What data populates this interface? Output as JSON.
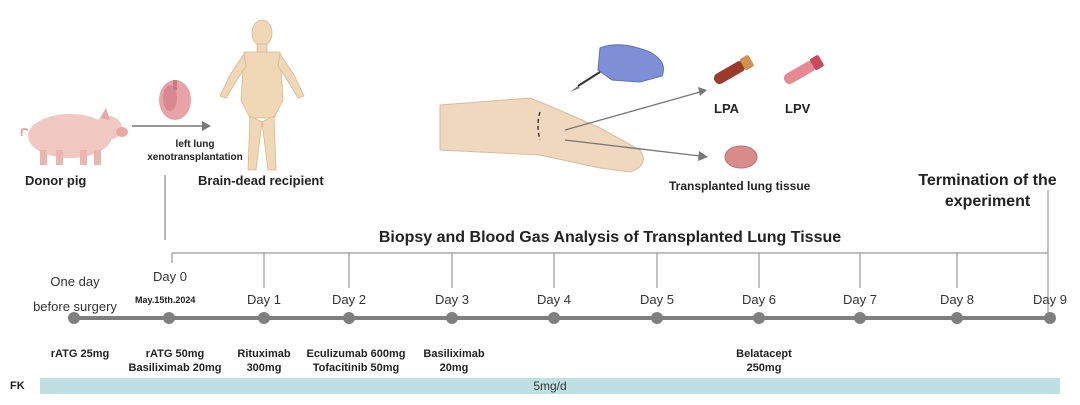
{
  "donor": {
    "label": "Donor pig"
  },
  "procedure": {
    "line1": "left lung",
    "line2": "xenotransplantation"
  },
  "recipient": {
    "label": "Brain-dead recipient"
  },
  "samples": {
    "lpa": "LPA",
    "lpv": "LPV",
    "tissue": "Transplanted lung tissue"
  },
  "termination": {
    "line1": "Termination of the",
    "line2": "experiment"
  },
  "bracket_title": "Biopsy and Blood Gas Analysis of Transplanted Lung Tissue",
  "pre_op": {
    "line1": "One day",
    "line2": "before surgery"
  },
  "day0": {
    "label": "Day 0",
    "date": "May.15th.2024"
  },
  "days": [
    "Day 1",
    "Day 2",
    "Day 3",
    "Day 4",
    "Day 5",
    "Day 6",
    "Day 7",
    "Day 8",
    "Day 9"
  ],
  "drugs": [
    {
      "lines": [
        "rATG 25mg"
      ]
    },
    {
      "lines": [
        "rATG 50mg",
        "Basiliximab 20mg"
      ]
    },
    {
      "lines": [
        "Rituximab",
        "300mg"
      ]
    },
    {
      "lines": [
        "Eculizumab 600mg",
        "Tofacitinib 50mg"
      ]
    },
    {
      "lines": [
        "Basiliximab",
        "20mg"
      ]
    },
    {
      "lines": [
        "Belatacept",
        "250mg"
      ]
    }
  ],
  "fk": {
    "label": "FK",
    "dose": "5mg/d"
  },
  "colors": {
    "timeline": "#7f7f7f",
    "fk_bar": "#bfe0e3",
    "bracket": "#9a9a9a"
  }
}
